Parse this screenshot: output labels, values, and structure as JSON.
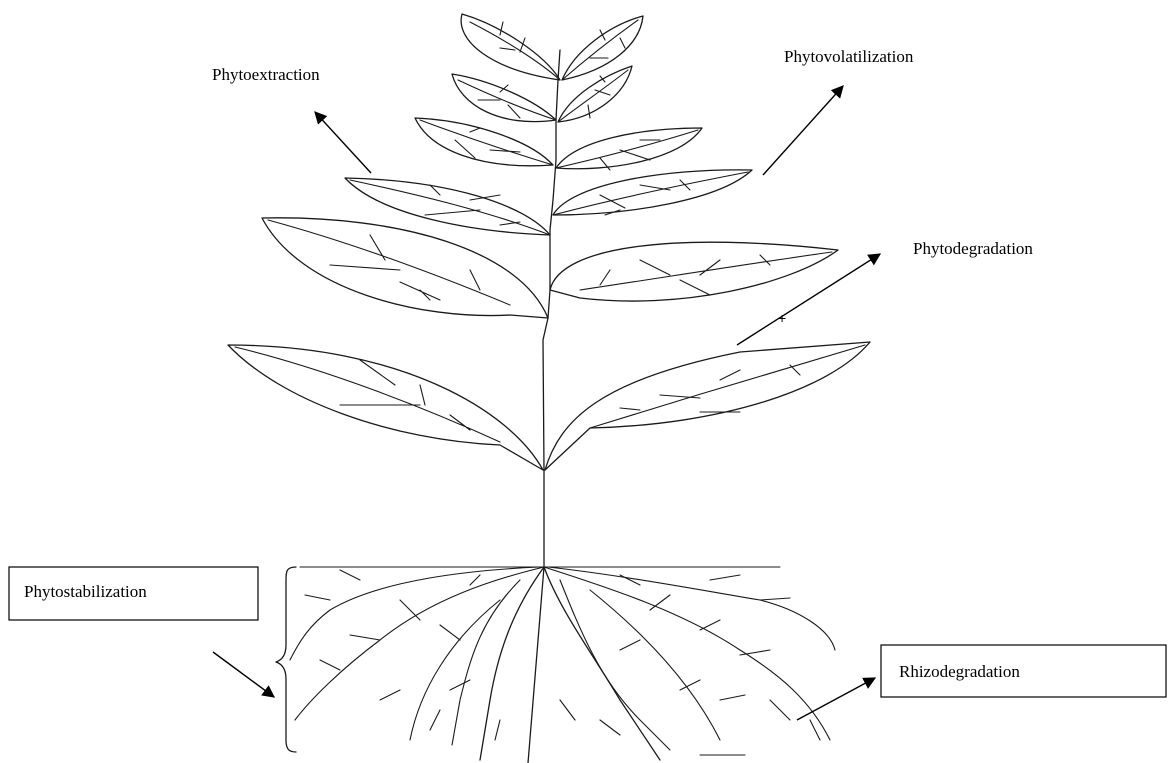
{
  "labels": {
    "phytoextraction": "Phytoextraction",
    "phytovolatilization": "Phytovolatilization",
    "phytodegradation": "Phytodegradation",
    "phytostabilization": "Phytostabilization",
    "rhizodegradation": "Rhizodegradation"
  },
  "colors": {
    "line": "#1a1a1a",
    "background": "#ffffff"
  }
}
